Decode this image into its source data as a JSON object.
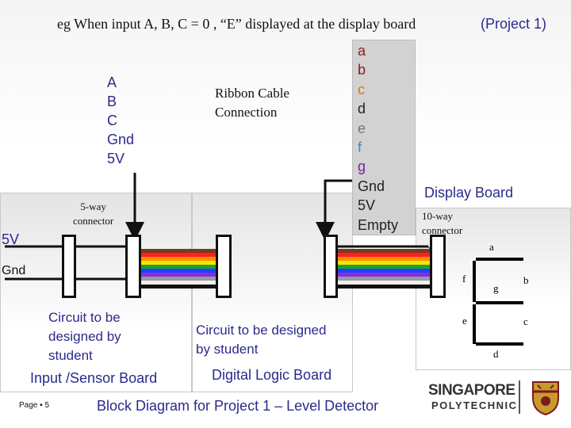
{
  "header": {
    "example_text": "eg When input A, B, C = 0 , “E” displayed at the display board",
    "project_label": "(Project 1)"
  },
  "input_pins": [
    {
      "label": "A",
      "color": "#2b2a8c"
    },
    {
      "label": "B",
      "color": "#2b2a8c"
    },
    {
      "label": "C",
      "color": "#2b2a8c"
    },
    {
      "label": "Gnd",
      "color": "#2b2a8c"
    },
    {
      "label": "5V",
      "color": "#2b2a8c"
    }
  ],
  "ribbon_cable_label": "Ribbon Cable\nConnection",
  "signal_lines": [
    {
      "label": "a",
      "color": "#8b1a1a"
    },
    {
      "label": "b",
      "color": "#8b1a1a"
    },
    {
      "label": "c",
      "color": "#d47a00"
    },
    {
      "label": "d",
      "color": "#222222"
    },
    {
      "label": "e",
      "color": "#777777"
    },
    {
      "label": "f",
      "color": "#4f7fdc"
    },
    {
      "label": "g",
      "color": "#7a1fa0"
    },
    {
      "label": "Gnd",
      "color": "#222222"
    },
    {
      "label": "5V",
      "color": "#222222"
    },
    {
      "label": "Empty",
      "color": "#222222"
    }
  ],
  "ribbon_colors": [
    "#7a3b1c",
    "#ff2020",
    "#ff8c00",
    "#f5e600",
    "#1aa32a",
    "#2040ff",
    "#8a2be2",
    "#9a9a9a",
    "#f0f0f0",
    "#111111"
  ],
  "left_connector_label": "5-way\nconnector",
  "right_connector_label": "10-way\nconnector",
  "rail_5v_label": "5V",
  "rail_gnd_label": "Gnd",
  "input_board": {
    "circuit_text": "Circuit to be\ndesigned by\nstudent",
    "title": "Input /Sensor Board"
  },
  "logic_board": {
    "circuit_text": "Circuit to be designed\nby student",
    "title": "Digital Logic Board"
  },
  "display_board": {
    "title": "Display Board",
    "segments": {
      "a": "a",
      "b": "b",
      "c": "c",
      "d": "d",
      "e": "e",
      "f": "f",
      "g": "g"
    },
    "shown_character": "E"
  },
  "footer": {
    "page_label": "Page ▪ 5",
    "caption": "Block Diagram for Project 1 – Level Detector",
    "logo_line1": "SINGAPORE",
    "logo_line2": "POLYTECHNIC"
  },
  "colors": {
    "text_blue": "#2b2a8c",
    "panel_gray": "#d2d2d2"
  }
}
